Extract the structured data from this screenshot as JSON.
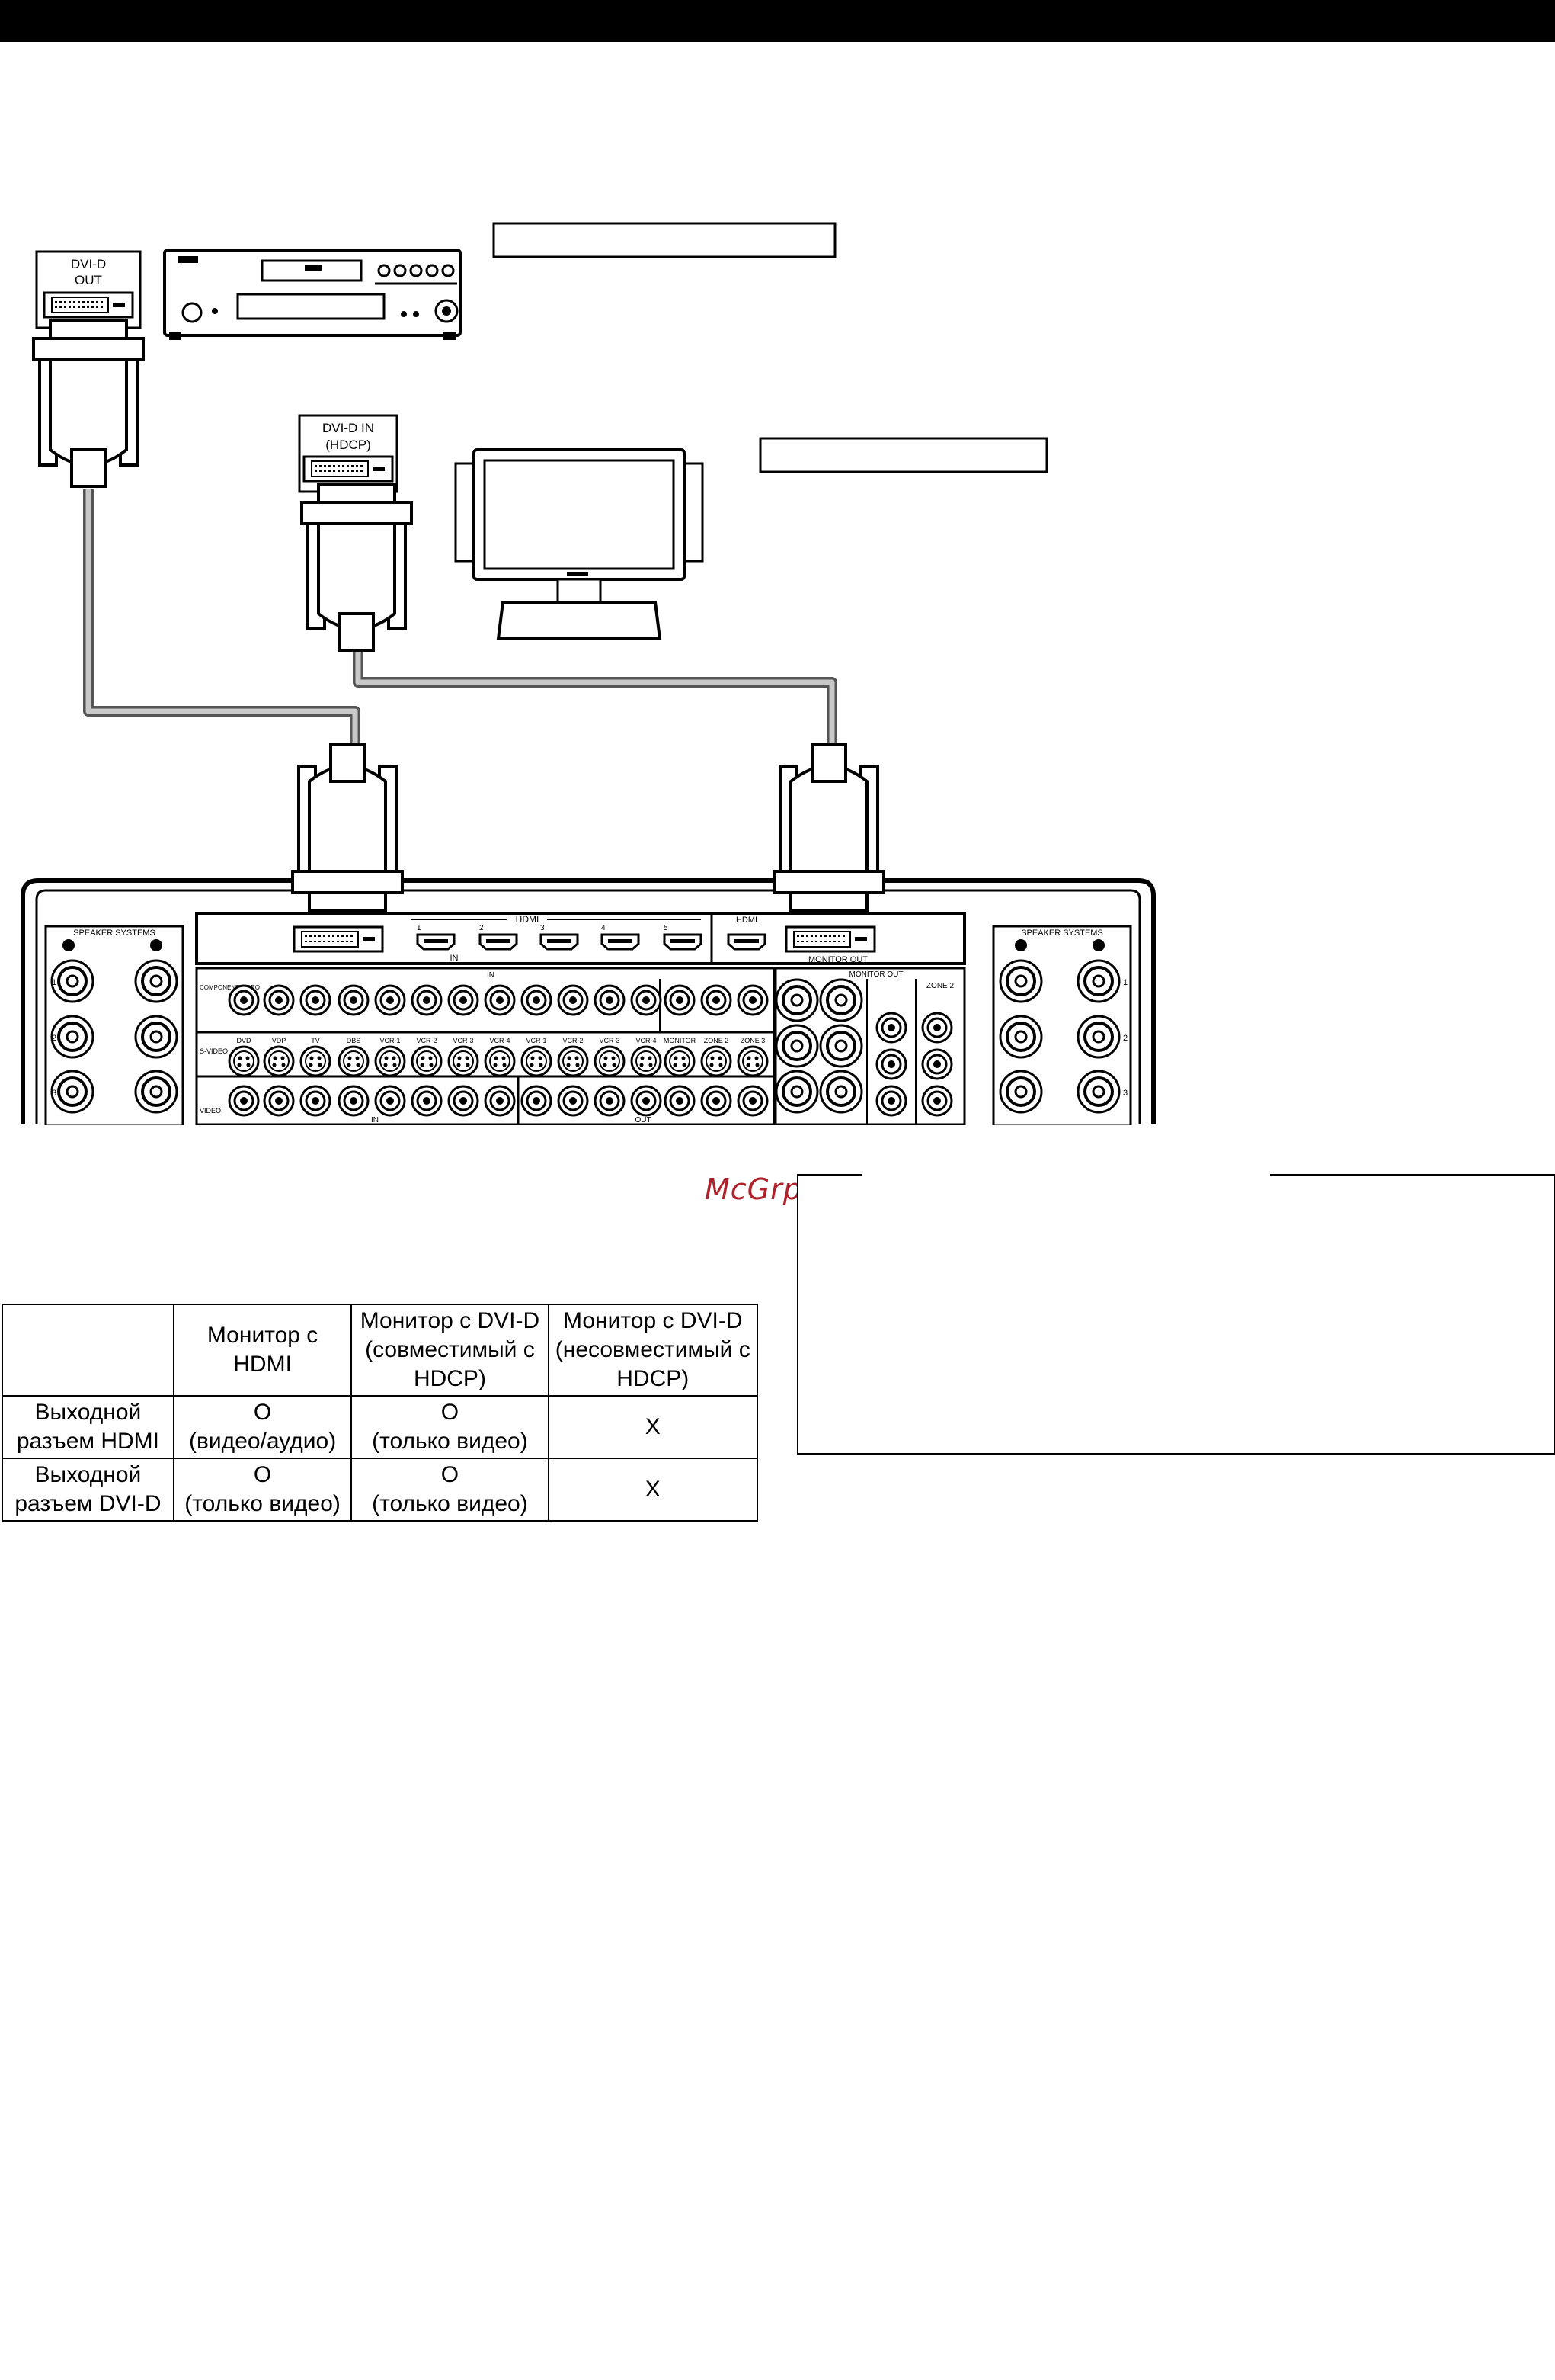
{
  "diagram": {
    "player_port_lines": [
      "DVI-D",
      "OUT"
    ],
    "monitor_port_lines": [
      "DVI-D IN",
      "(HDCP)"
    ],
    "receiver": {
      "hdmi_group": "HDMI",
      "hdmi_in_numbers": [
        "1",
        "2",
        "3",
        "4",
        "5"
      ],
      "in_label": "IN",
      "hdmi_out_label": "HDMI",
      "monitor_out_label": "MONITOR OUT",
      "speaker_systems": "SPEAKER SYSTEMS",
      "component_video": "COMPONENT VIDEO",
      "s_video": "S-VIDEO",
      "video": "VIDEO",
      "out_label": "OUT",
      "zone2": "ZONE 2",
      "monitor_out_label2": "MONITOR OUT",
      "s_video_inputs": [
        "DVD",
        "VDP",
        "TV",
        "DBS",
        "VCR-1",
        "VCR-2",
        "VCR-3",
        "VCR-4",
        "VCR-1",
        "VCR-2",
        "VCR-3",
        "VCR-4",
        "MONITOR",
        "ZONE 2",
        "ZONE 3"
      ]
    }
  },
  "watermark": "McGrp.Ru",
  "table": {
    "headers": [
      "",
      [
        "Монитор с",
        "HDMI"
      ],
      [
        "Монитор с DVI-D",
        "(совместимый с",
        "HDCP)"
      ],
      [
        "Монитор с DVI-D",
        "(несовместимый с",
        "HDCP)"
      ]
    ],
    "rows": [
      {
        "label": [
          "Выходной",
          "разъем HDMI"
        ],
        "cells": [
          [
            "O",
            "(видео/аудио)"
          ],
          [
            "O",
            "(только видео)"
          ],
          [
            "X"
          ]
        ]
      },
      {
        "label": [
          "Выходной",
          "разъем DVI-D"
        ],
        "cells": [
          [
            "O",
            "(только видео)"
          ],
          [
            "O",
            "(только видео)"
          ],
          [
            "X"
          ]
        ]
      }
    ]
  }
}
